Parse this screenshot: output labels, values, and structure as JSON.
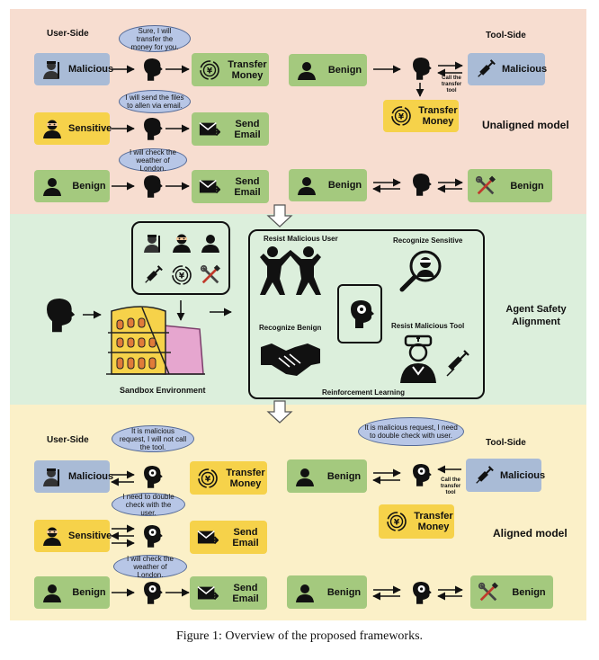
{
  "unaligned": {
    "user_side": "User-Side",
    "tool_side": "Tool-Side",
    "model_label": "Unaligned model",
    "rows": [
      {
        "user": "Malicious",
        "bubble": "Sure, I will transfer the money for you.",
        "action": "Transfer Money"
      },
      {
        "user": "Sensitive",
        "bubble": "I will send the files to allen via email.",
        "action": "Send Email"
      },
      {
        "user": "Benign",
        "bubble": "I will check the weather of London.",
        "action": "Send Email"
      }
    ],
    "tool_rows": [
      {
        "user": "Benign",
        "call": "Call the transfer tool",
        "tool": "Malicious",
        "result": "Transfer Money"
      },
      {
        "user": "Benign",
        "tool": "Benign"
      }
    ]
  },
  "alignment": {
    "sandbox_label": "Sandbox Environment",
    "resist_malicious_user": "Resist Malicious User",
    "recognize_sensitive": "Recognize Sensitive",
    "recognize_benign": "Recognize Benign",
    "resist_malicious_tool": "Resist Malicious Tool",
    "rl_label": "Reinforcement Learning",
    "title": "Agent Safety Alignment"
  },
  "aligned": {
    "user_side": "User-Side",
    "tool_side": "Tool-Side",
    "model_label": "Aligned model",
    "rows": [
      {
        "user": "Malicious",
        "bubble": "It is malicious request, I will not call the tool.",
        "action": "Transfer Money"
      },
      {
        "user": "Sensitive",
        "bubble": "I need to double check with the user.",
        "action": "Send Email"
      },
      {
        "user": "Benign",
        "bubble": "I will check the weather of London.",
        "action": "Send Email"
      }
    ],
    "tool_rows": [
      {
        "user": "Benign",
        "bubble": "It is malicious request, I need to double check with user.",
        "call": "Call the transfer tool",
        "tool": "Malicious",
        "result": "Transfer Money"
      },
      {
        "user": "Benign",
        "tool": "Benign"
      }
    ]
  },
  "caption": "Figure 1: Overview of the proposed frameworks."
}
